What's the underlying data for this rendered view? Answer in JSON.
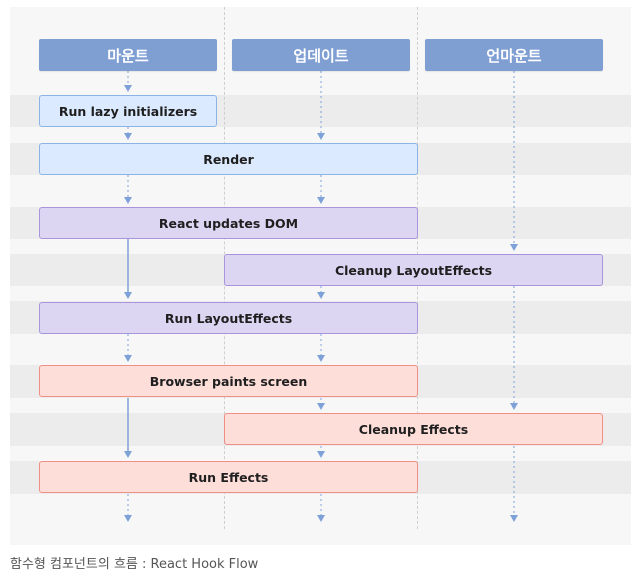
{
  "headers": {
    "mount": "마운트",
    "update": "업데이트",
    "unmount": "언마운트"
  },
  "steps": {
    "run_lazy_initializers": "Run lazy initializers",
    "render": "Render",
    "react_updates_dom": "React updates DOM",
    "cleanup_layout_effects": "Cleanup LayoutEffects",
    "run_layout_effects": "Run LayoutEffects",
    "browser_paints_screen": "Browser paints screen",
    "cleanup_effects": "Cleanup Effects",
    "run_effects": "Run Effects"
  },
  "caption": "함수형 컴포넌트의 흐름 : React Hook Flow",
  "colors": {
    "header": "#7f9fd3",
    "phase_blue": "#dbeafe",
    "phase_purple": "#ddd6f3",
    "phase_red": "#fdded9",
    "arrow": "#7ea1d8"
  }
}
